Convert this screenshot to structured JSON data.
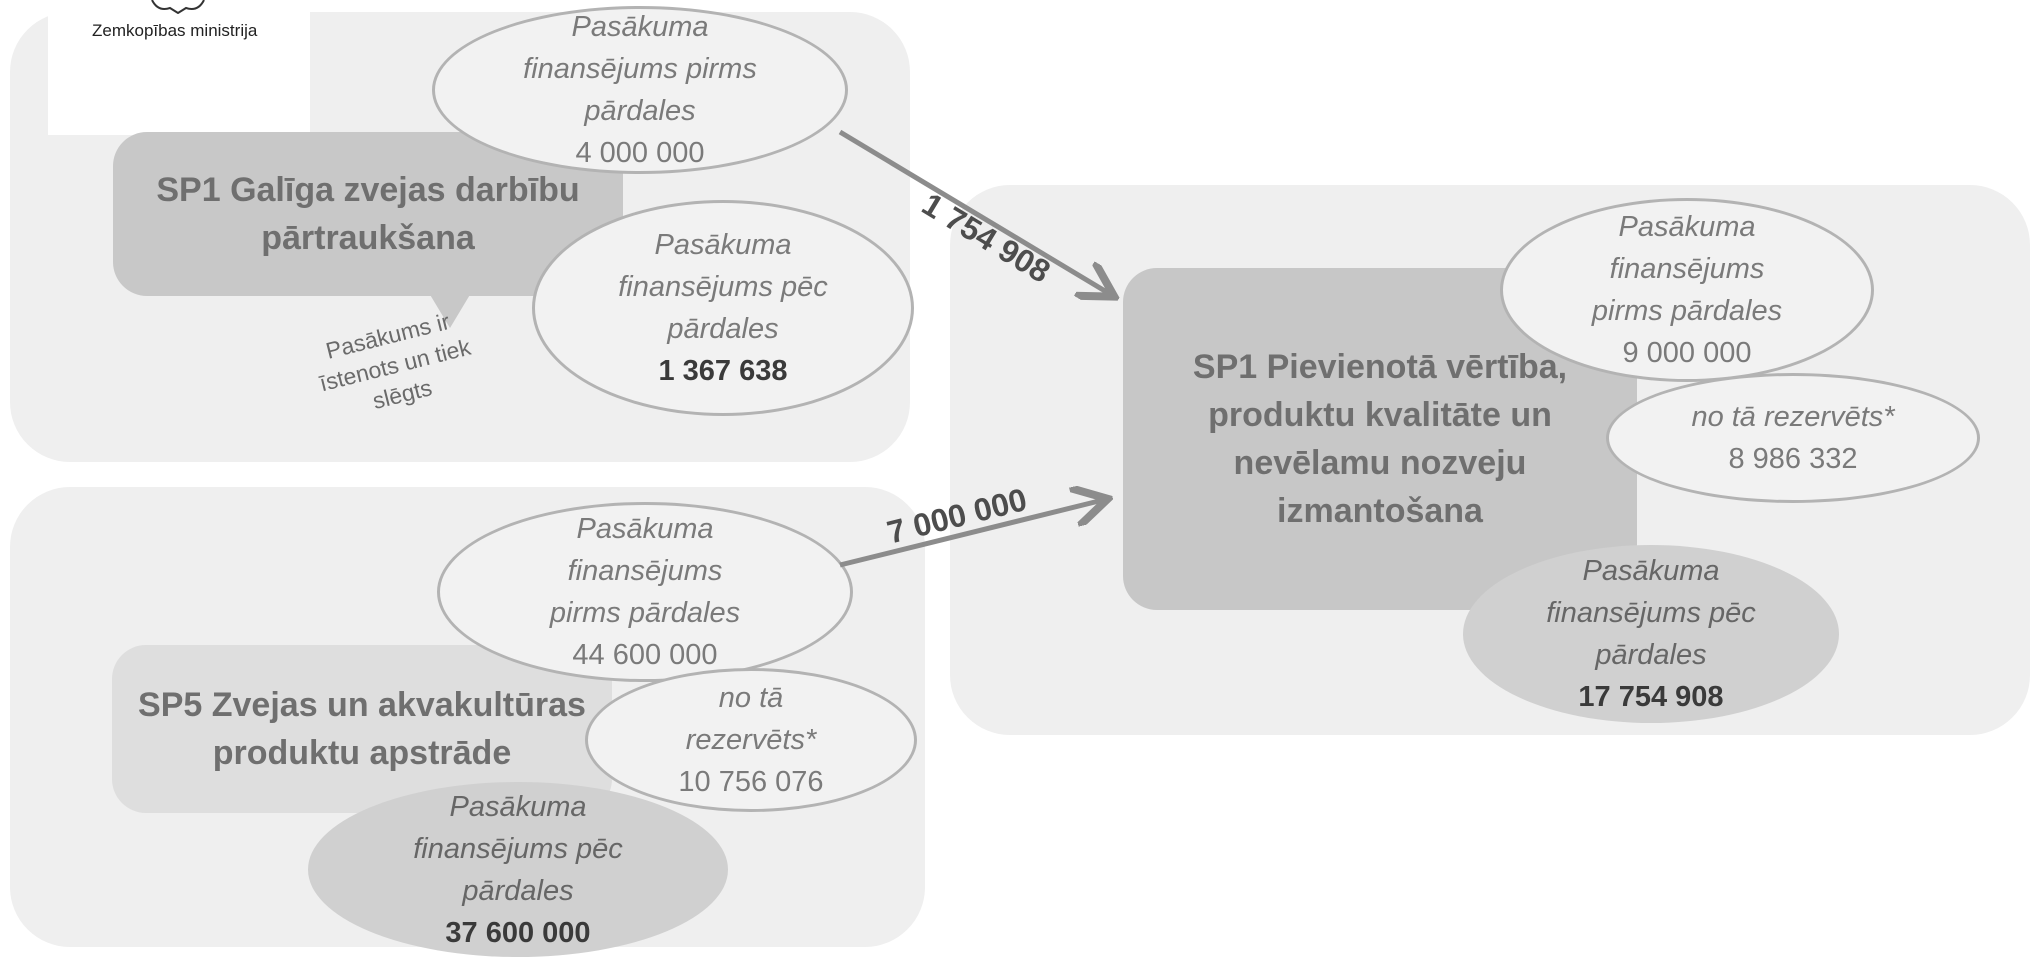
{
  "logo": {
    "caption": "Zemkopības ministrija",
    "emblem": "coat-of-arms-icon"
  },
  "sp1_closure": {
    "title": "SP1 Galīga zvejas darbību pārtraukšana",
    "before": {
      "lines": [
        "Pasākuma",
        "finansējums pirms",
        "pārdales"
      ],
      "value": "4 000 000"
    },
    "after": {
      "lines": [
        "Pasākuma",
        "finansējums pēc",
        "pārdales"
      ],
      "value": "1 367 638"
    },
    "note_lines": [
      "Pasākums ir",
      "īstenots un  tiek",
      "slēgts"
    ]
  },
  "sp5_processing": {
    "title_lines": [
      "SP5 Zvejas un akvakultūras",
      "produktu apstrāde"
    ],
    "before": {
      "lines": [
        "Pasākuma",
        "finansējums",
        "pirms pārdales"
      ],
      "value": "44 600 000"
    },
    "reserved": {
      "lines": [
        "no tā",
        "rezervēts*"
      ],
      "value": "10 756 076"
    },
    "after": {
      "lines": [
        "Pasākuma",
        "finansējums pēc",
        "pārdales"
      ],
      "value": "37 600 000"
    }
  },
  "sp1_added_value": {
    "title_lines": [
      "SP1 Pievienotā vērtība,",
      "produktu kvalitāte un",
      "nevēlamu nozveju",
      "izmantošana"
    ],
    "before": {
      "lines": [
        "Pasākuma",
        "finansējums",
        "pirms pārdales"
      ],
      "value": "9 000 000"
    },
    "reserved": {
      "lines": [
        "no tā rezervēts*"
      ],
      "value": "8 986 332"
    },
    "after": {
      "lines": [
        "Pasākuma",
        "finansējums pēc",
        "pārdales"
      ],
      "value": "17 754 908"
    }
  },
  "transfers": [
    {
      "from": "SP1 Galīga zvejas darbību pārtraukšana",
      "to": "SP1 Pievienotā vērtība",
      "amount": "1 754 908"
    },
    {
      "from": "SP5 Zvejas un akvakultūras produktu apstrāde",
      "to": "SP1 Pievienotā vērtība",
      "amount": "7 000 000"
    }
  ],
  "colors": {
    "panel": "#efefef",
    "box_dark": "#c7c7c7",
    "box_light": "#dedede",
    "arrow": "#8c8c8c",
    "oval_dark": "#d0d0d0"
  }
}
